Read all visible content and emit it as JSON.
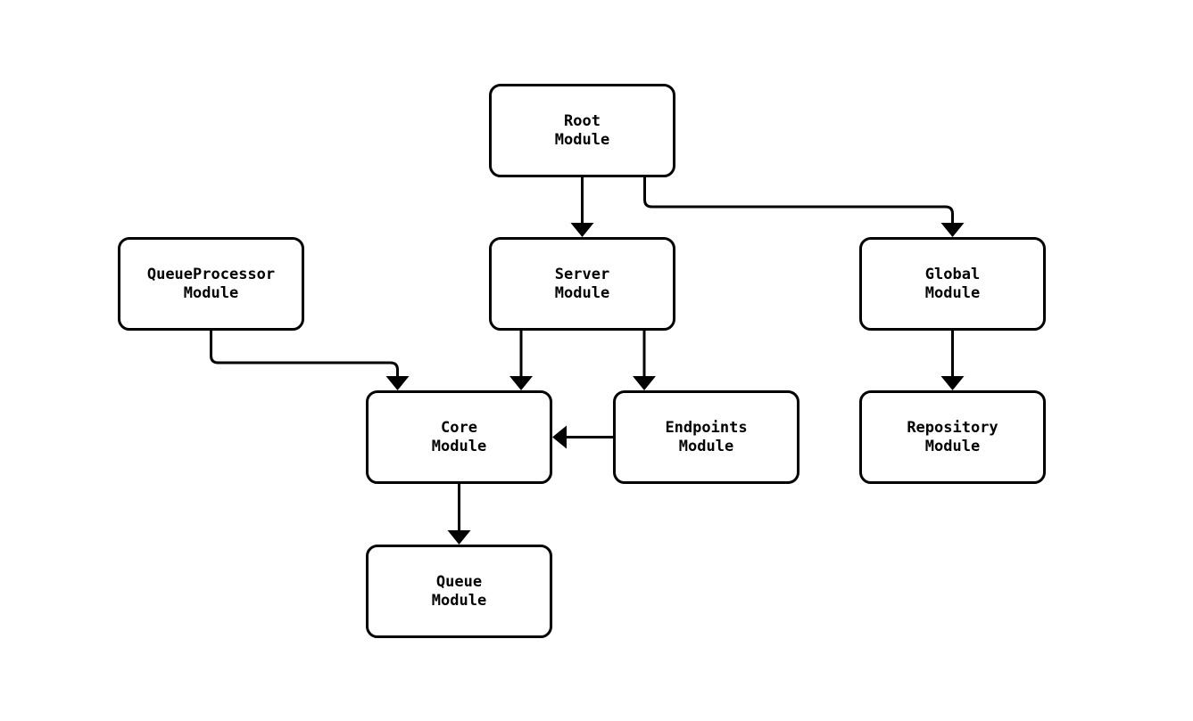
{
  "diagram": {
    "type": "flowchart",
    "background_color": "#ffffff",
    "node_fill_color": "#ffffff",
    "node_border_color": "#000000",
    "text_color": "#000000",
    "edge_color": "#000000",
    "nodes": {
      "root": {
        "label": "Root Module",
        "line1": "Root",
        "line2": "Module"
      },
      "queue_processor": {
        "label": "QueueProcessor Module",
        "line1": "QueueProcessor",
        "line2": "Module"
      },
      "server": {
        "label": "Server Module",
        "line1": "Server",
        "line2": "Module"
      },
      "global": {
        "label": "Global Module",
        "line1": "Global",
        "line2": "Module"
      },
      "core": {
        "label": "Core Module",
        "line1": "Core",
        "line2": "Module"
      },
      "endpoints": {
        "label": "Endpoints Module",
        "line1": "Endpoints",
        "line2": "Module"
      },
      "repository": {
        "label": "Repository Module",
        "line1": "Repository",
        "line2": "Module"
      },
      "queue": {
        "label": "Queue Module",
        "line1": "Queue",
        "line2": "Module"
      }
    },
    "edges": [
      {
        "from": "Root Module",
        "to": "Server Module"
      },
      {
        "from": "Root Module",
        "to": "Global Module"
      },
      {
        "from": "QueueProcessor Module",
        "to": "Core Module"
      },
      {
        "from": "Server Module",
        "to": "Core Module"
      },
      {
        "from": "Server Module",
        "to": "Endpoints Module"
      },
      {
        "from": "Endpoints Module",
        "to": "Core Module"
      },
      {
        "from": "Global Module",
        "to": "Repository Module"
      },
      {
        "from": "Core Module",
        "to": "Queue Module"
      }
    ]
  }
}
